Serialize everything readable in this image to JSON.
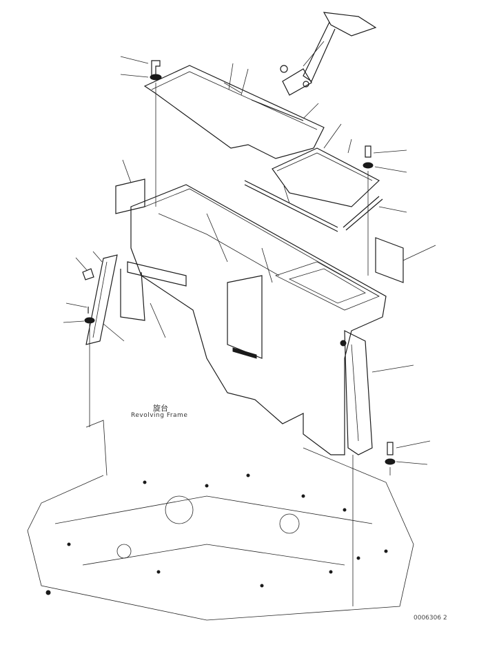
{
  "frame_label": {
    "japanese": "旋台",
    "english": "Revolving Frame"
  },
  "figure_code": "0006306 2"
}
